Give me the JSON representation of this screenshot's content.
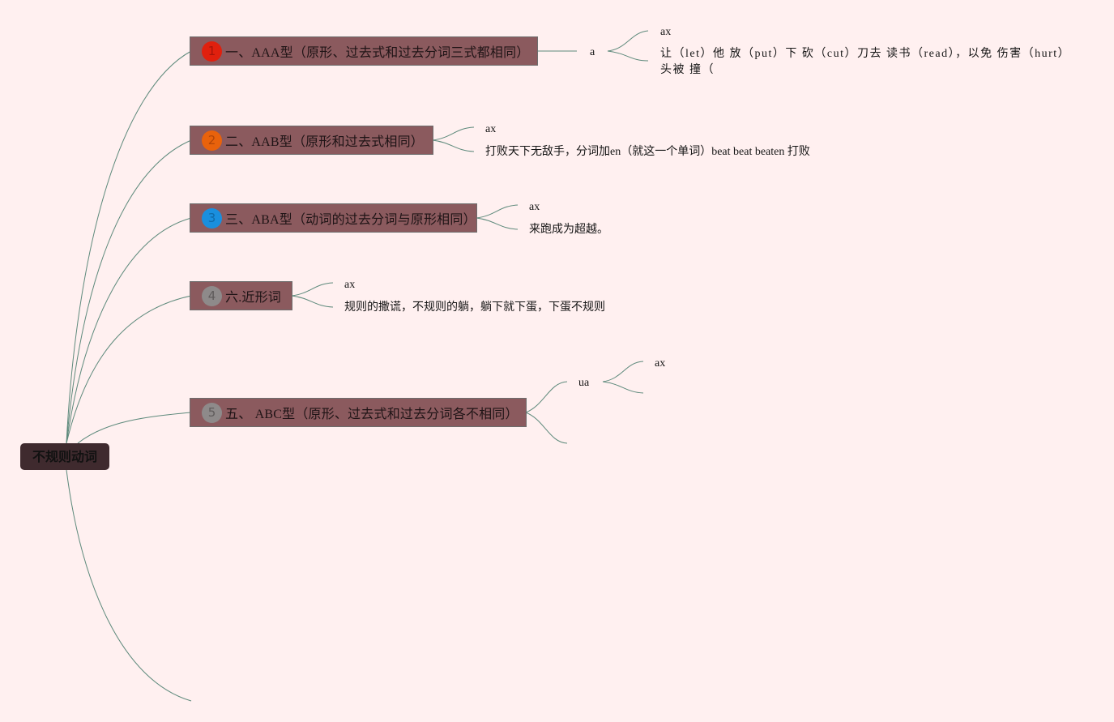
{
  "root": {
    "label": "不规则动词"
  },
  "branches": [
    {
      "number": "1",
      "badge_color": "#e0200e",
      "badge_text_color": "#a8140a",
      "label": "一、AAA型（原形、过去式和过去分词三式都相同）",
      "sub": {
        "label": "a"
      },
      "leaves": [
        {
          "text": "ax"
        },
        {
          "text": "让（let）他 放（put）下 砍（cut）刀去 读书（read），以免 伤害（hurt）头被 撞（"
        }
      ]
    },
    {
      "number": "2",
      "badge_color": "#e8620c",
      "badge_text_color": "#b24508",
      "label": "二、AAB型（原形和过去式相同）",
      "leaves": [
        {
          "text": "ax"
        },
        {
          "text": "打败天下无敌手，分词加en（就这一个单词）beat beat beaten 打败"
        }
      ]
    },
    {
      "number": "3",
      "badge_color": "#1a8fde",
      "badge_text_color": "#0f6aa8",
      "label": "三、ABA型（动词的过去分词与原形相同）",
      "leaves": [
        {
          "text": "ax"
        },
        {
          "text": "来跑成为超越。"
        }
      ]
    },
    {
      "number": "4",
      "badge_color": "#8e8a8a",
      "badge_text_color": "#5f5b5b",
      "label": "六.近形词",
      "leaves": [
        {
          "text": "ax"
        },
        {
          "text": "规则的撒谎，不规则的躺，躺下就下蛋，下蛋不规则"
        }
      ]
    },
    {
      "number": "5",
      "badge_color": "#8e8a8a",
      "badge_text_color": "#5f5b5b",
      "label": "五、 ABC型（原形、过去式和过去分词各不相同）",
      "sub": {
        "label": "ua"
      },
      "leaves": [
        {
          "text": "ax"
        }
      ]
    }
  ]
}
